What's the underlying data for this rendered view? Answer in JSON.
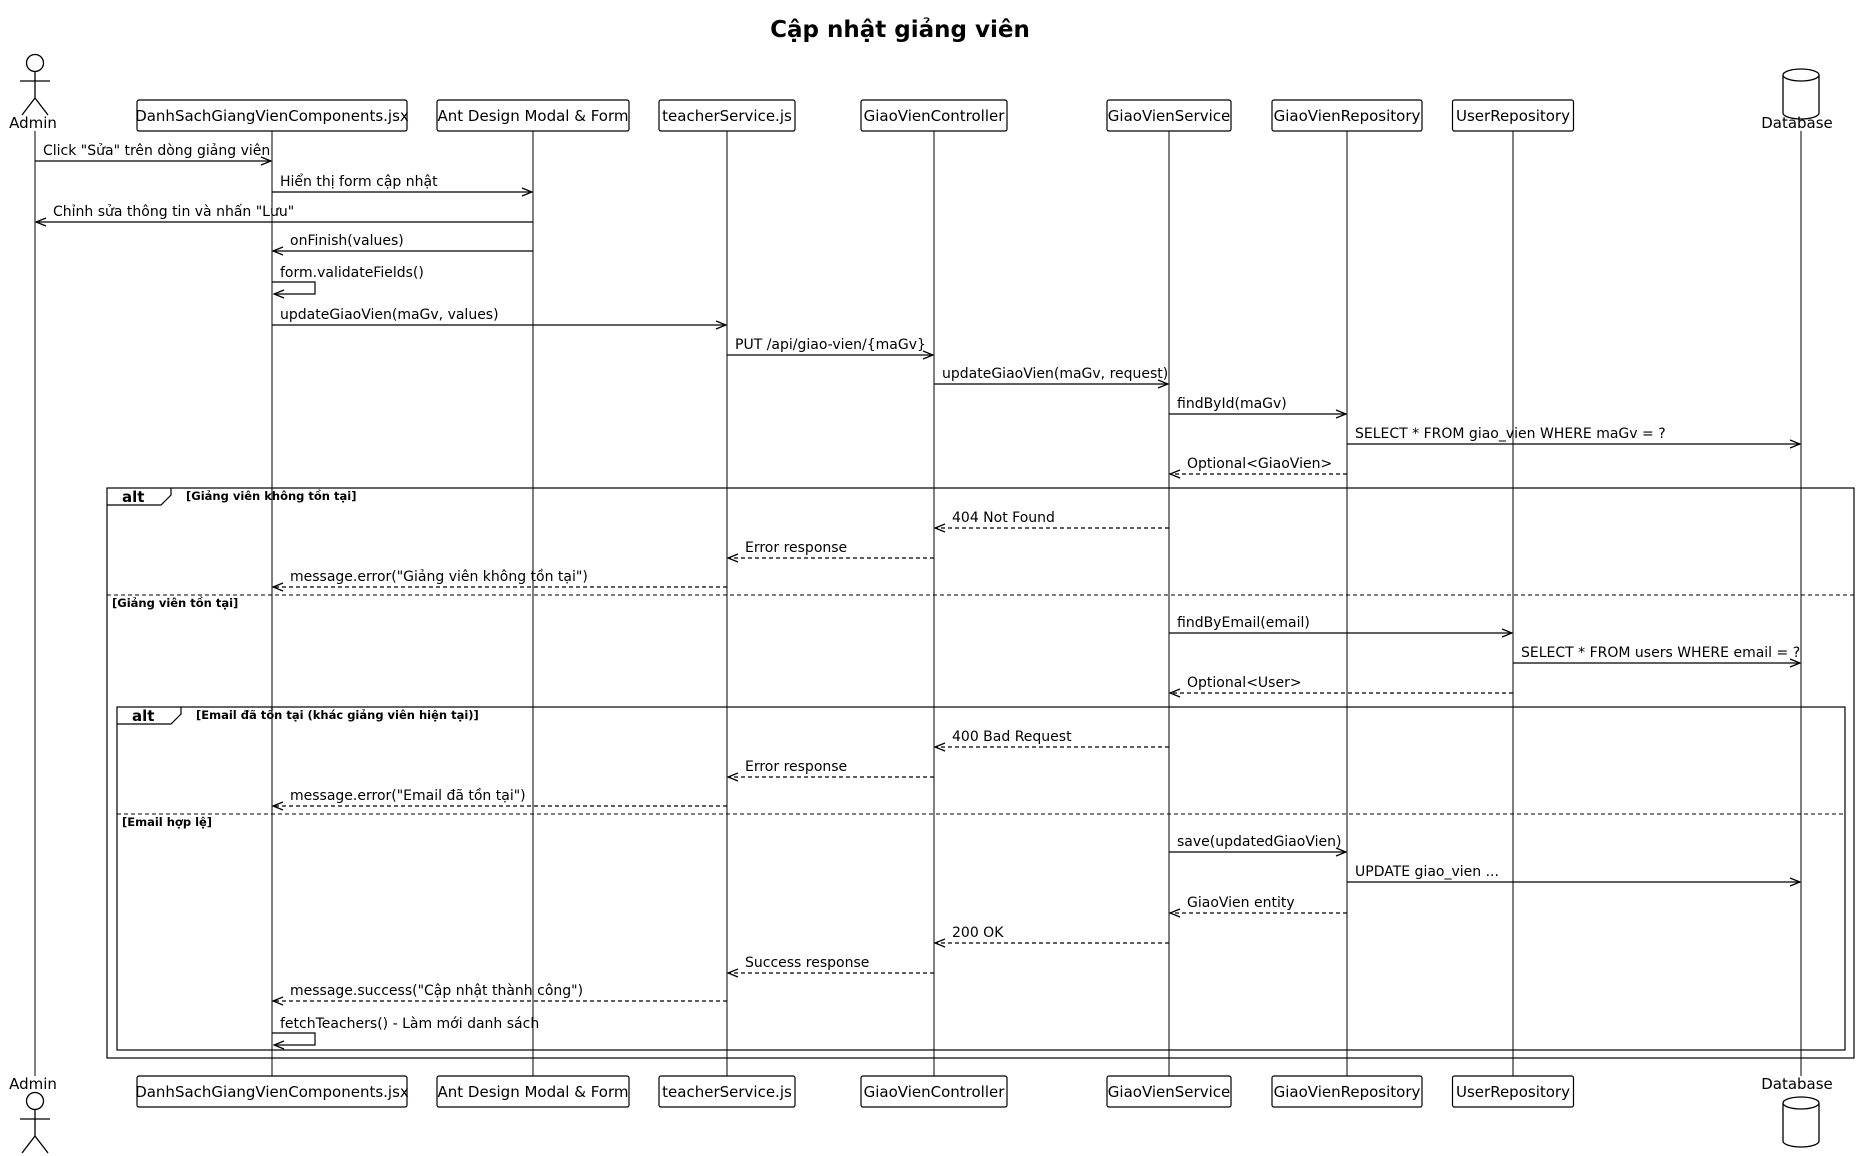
{
  "title": "Cập nhật giảng viên",
  "participants": [
    {
      "id": "admin",
      "label": "Admin",
      "kind": "actor"
    },
    {
      "id": "ds",
      "label": "DanhSachGiangVienComponents.jsx",
      "kind": "box"
    },
    {
      "id": "modal",
      "label": "Ant Design Modal & Form",
      "kind": "box"
    },
    {
      "id": "ts",
      "label": "teacherService.js",
      "kind": "box"
    },
    {
      "id": "ctrl",
      "label": "GiaoVienController",
      "kind": "box"
    },
    {
      "id": "svc",
      "label": "GiaoVienService",
      "kind": "box"
    },
    {
      "id": "repo",
      "label": "GiaoVienRepository",
      "kind": "box"
    },
    {
      "id": "urepo",
      "label": "UserRepository",
      "kind": "box"
    },
    {
      "id": "db",
      "label": "Database",
      "kind": "database"
    }
  ],
  "messages": [
    {
      "from": "admin",
      "to": "ds",
      "label": "Click \"Sửa\" trên dòng giảng viên",
      "style": "sync"
    },
    {
      "from": "ds",
      "to": "modal",
      "label": "Hiển thị form cập nhật",
      "style": "sync"
    },
    {
      "from": "modal",
      "to": "admin",
      "label": "Chỉnh sửa thông tin và nhấn \"Lưu\"",
      "style": "sync"
    },
    {
      "from": "modal",
      "to": "ds",
      "label": "onFinish(values)",
      "style": "sync"
    },
    {
      "from": "ds",
      "to": "ds",
      "label": "form.validateFields()",
      "style": "self"
    },
    {
      "from": "ds",
      "to": "ts",
      "label": "updateGiaoVien(maGv, values)",
      "style": "sync"
    },
    {
      "from": "ts",
      "to": "ctrl",
      "label": "PUT /api/giao-vien/{maGv}",
      "style": "sync"
    },
    {
      "from": "ctrl",
      "to": "svc",
      "label": "updateGiaoVien(maGv, request)",
      "style": "sync"
    },
    {
      "from": "svc",
      "to": "repo",
      "label": "findById(maGv)",
      "style": "sync"
    },
    {
      "from": "repo",
      "to": "db",
      "label": "SELECT * FROM giao_vien WHERE maGv = ?",
      "style": "sync"
    },
    {
      "from": "repo",
      "to": "svc",
      "label": "Optional<GiaoVien>",
      "style": "return"
    },
    {
      "from": "svc",
      "to": "ctrl",
      "label": "404 Not Found",
      "style": "return"
    },
    {
      "from": "ctrl",
      "to": "ts",
      "label": "Error response",
      "style": "return"
    },
    {
      "from": "ts",
      "to": "ds",
      "label": "message.error(\"Giảng viên không tồn tại\")",
      "style": "return"
    },
    {
      "from": "svc",
      "to": "urepo",
      "label": "findByEmail(email)",
      "style": "sync"
    },
    {
      "from": "urepo",
      "to": "db",
      "label": "SELECT * FROM users WHERE email = ?",
      "style": "sync"
    },
    {
      "from": "urepo",
      "to": "svc",
      "label": "Optional<User>",
      "style": "return"
    },
    {
      "from": "svc",
      "to": "ctrl",
      "label": "400 Bad Request",
      "style": "return"
    },
    {
      "from": "ctrl",
      "to": "ts",
      "label": "Error response",
      "style": "return"
    },
    {
      "from": "ts",
      "to": "ds",
      "label": "message.error(\"Email đã tồn tại\")",
      "style": "return"
    },
    {
      "from": "svc",
      "to": "repo",
      "label": "save(updatedGiaoVien)",
      "style": "sync"
    },
    {
      "from": "repo",
      "to": "db",
      "label": "UPDATE giao_vien ...",
      "style": "sync"
    },
    {
      "from": "repo",
      "to": "svc",
      "label": "GiaoVien entity",
      "style": "return"
    },
    {
      "from": "svc",
      "to": "ctrl",
      "label": "200 OK",
      "style": "return"
    },
    {
      "from": "ctrl",
      "to": "ts",
      "label": "Success response",
      "style": "return"
    },
    {
      "from": "ts",
      "to": "ds",
      "label": "message.success(\"Cập nhật thành công\")",
      "style": "return"
    },
    {
      "from": "ds",
      "to": "ds",
      "label": "fetchTeachers() - Làm mới danh sách",
      "style": "self"
    }
  ],
  "fragments": [
    {
      "keyword": "alt",
      "conditions": [
        "[Giảng viên không tồn tại]",
        "[Giảng viên tồn tại]"
      ]
    },
    {
      "keyword": "alt",
      "conditions": [
        "[Email đã tồn tại (khác giảng viên hiện tại)]",
        "[Email hợp lệ]"
      ]
    }
  ]
}
